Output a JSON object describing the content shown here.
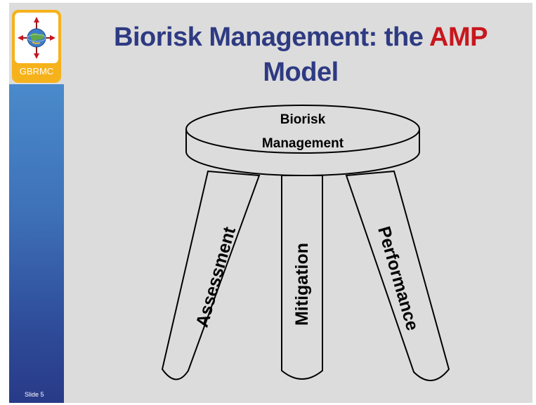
{
  "slide": {
    "title_part1": "Biorisk Management: the ",
    "title_accent": "AMP",
    "title_part2": "Model",
    "slide_number": "Slide 5",
    "colors": {
      "title": "#2e3a82",
      "accent": "#c8161d",
      "logo_border": "#f6b21b",
      "sidebar": "#3e71b8"
    }
  },
  "logo": {
    "text": "GBRMC",
    "icon": "compass-globe-icon"
  },
  "stool": {
    "seat_line1": "Biorisk",
    "seat_line2": "Management",
    "legs": [
      "Assessment",
      "Mitigation",
      "Performance"
    ]
  }
}
